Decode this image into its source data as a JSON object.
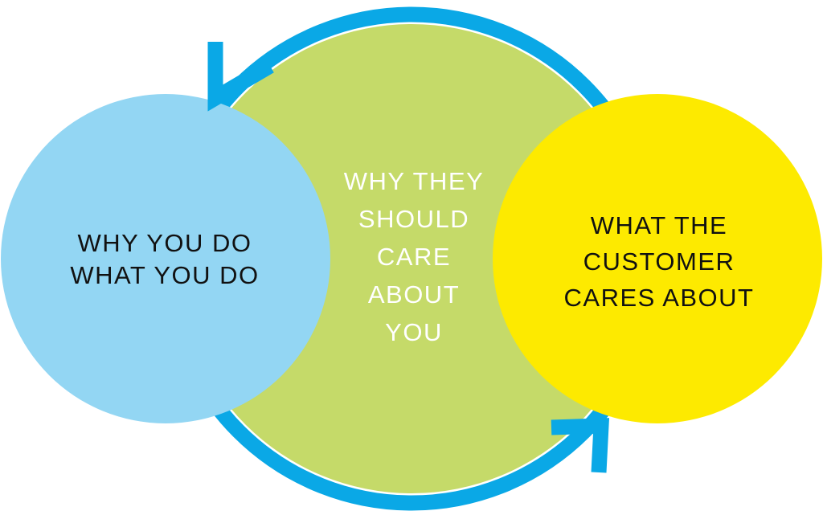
{
  "colors": {
    "arrow": "#0aa8e6",
    "center_circle": "#c5da69",
    "left_circle": "#93d6f3",
    "right_circle": "#fdea00",
    "dark_text": "#111111",
    "light_text": "#ffffff"
  },
  "icons": {
    "top_arrow": "arrowhead-left-icon",
    "bottom_arrow": "arrowhead-right-icon"
  },
  "left": {
    "lines": [
      "WHY YOU DO",
      "WHAT YOU DO"
    ]
  },
  "center": {
    "lines": [
      "WHY THEY",
      "SHOULD",
      "CARE",
      "ABOUT",
      "YOU"
    ]
  },
  "right": {
    "lines": [
      "WHAT THE",
      "CUSTOMER",
      "CARES ABOUT"
    ]
  }
}
